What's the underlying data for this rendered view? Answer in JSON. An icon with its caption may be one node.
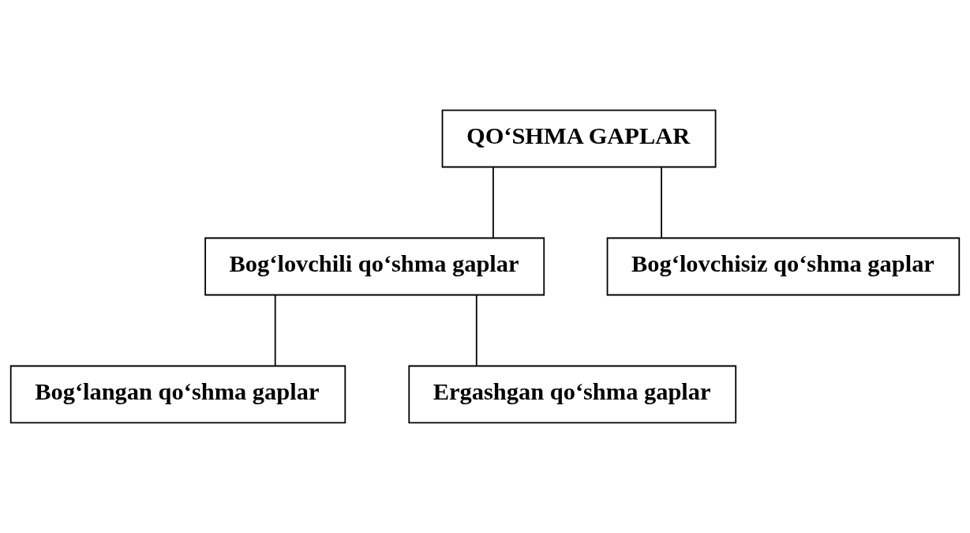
{
  "diagram": {
    "nodes": [
      {
        "text": [
          "QO‘SHMA GAPLAR"
        ]
      },
      {
        "text": [
          "Bog‘lovchili qo‘shma gaplar"
        ]
      },
      {
        "text": [
          "Bog‘lovchisiz qo‘shma gaplar"
        ]
      },
      {
        "text": [
          "Bog‘langan qo‘shma gaplar"
        ]
      },
      {
        "text": [
          "Ergashgan qo‘shma gaplar"
        ]
      }
    ],
    "edges": [
      {
        "from": 0,
        "to": 1,
        "arrow": "none"
      },
      {
        "from": 0,
        "to": 2,
        "arrow": "none"
      },
      {
        "from": 1,
        "to": 3,
        "arrow": "none"
      },
      {
        "from": 1,
        "to": 4,
        "arrow": "none"
      }
    ]
  }
}
